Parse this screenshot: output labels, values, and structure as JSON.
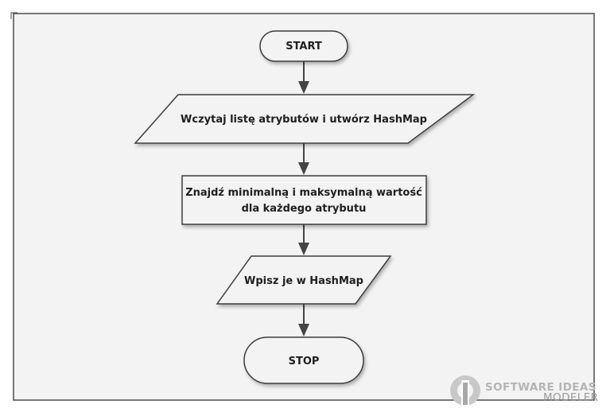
{
  "nodes": {
    "start": {
      "label": "START"
    },
    "read_input": {
      "label": "Wczytaj listę atrybutów i utwórz HashMap"
    },
    "process": {
      "line1": "Znajdź minimalną i maksymalną wartość",
      "line2": "dla każdego atrybutu"
    },
    "output": {
      "label": "Wpisz je w HashMap"
    },
    "stop": {
      "label": "STOP"
    }
  },
  "watermark": {
    "line1": "SOFTWARE IDEAS",
    "line2": "MODELER"
  },
  "colors": {
    "canvas_fill": "#f3f3f3",
    "canvas_border": "#4a4a4a",
    "shape_fill": "#f3f3f3",
    "shape_stroke": "#3c3c3c",
    "arrow": "#444444",
    "text": "#1e1e1e",
    "watermark": "#b4b4b4"
  }
}
